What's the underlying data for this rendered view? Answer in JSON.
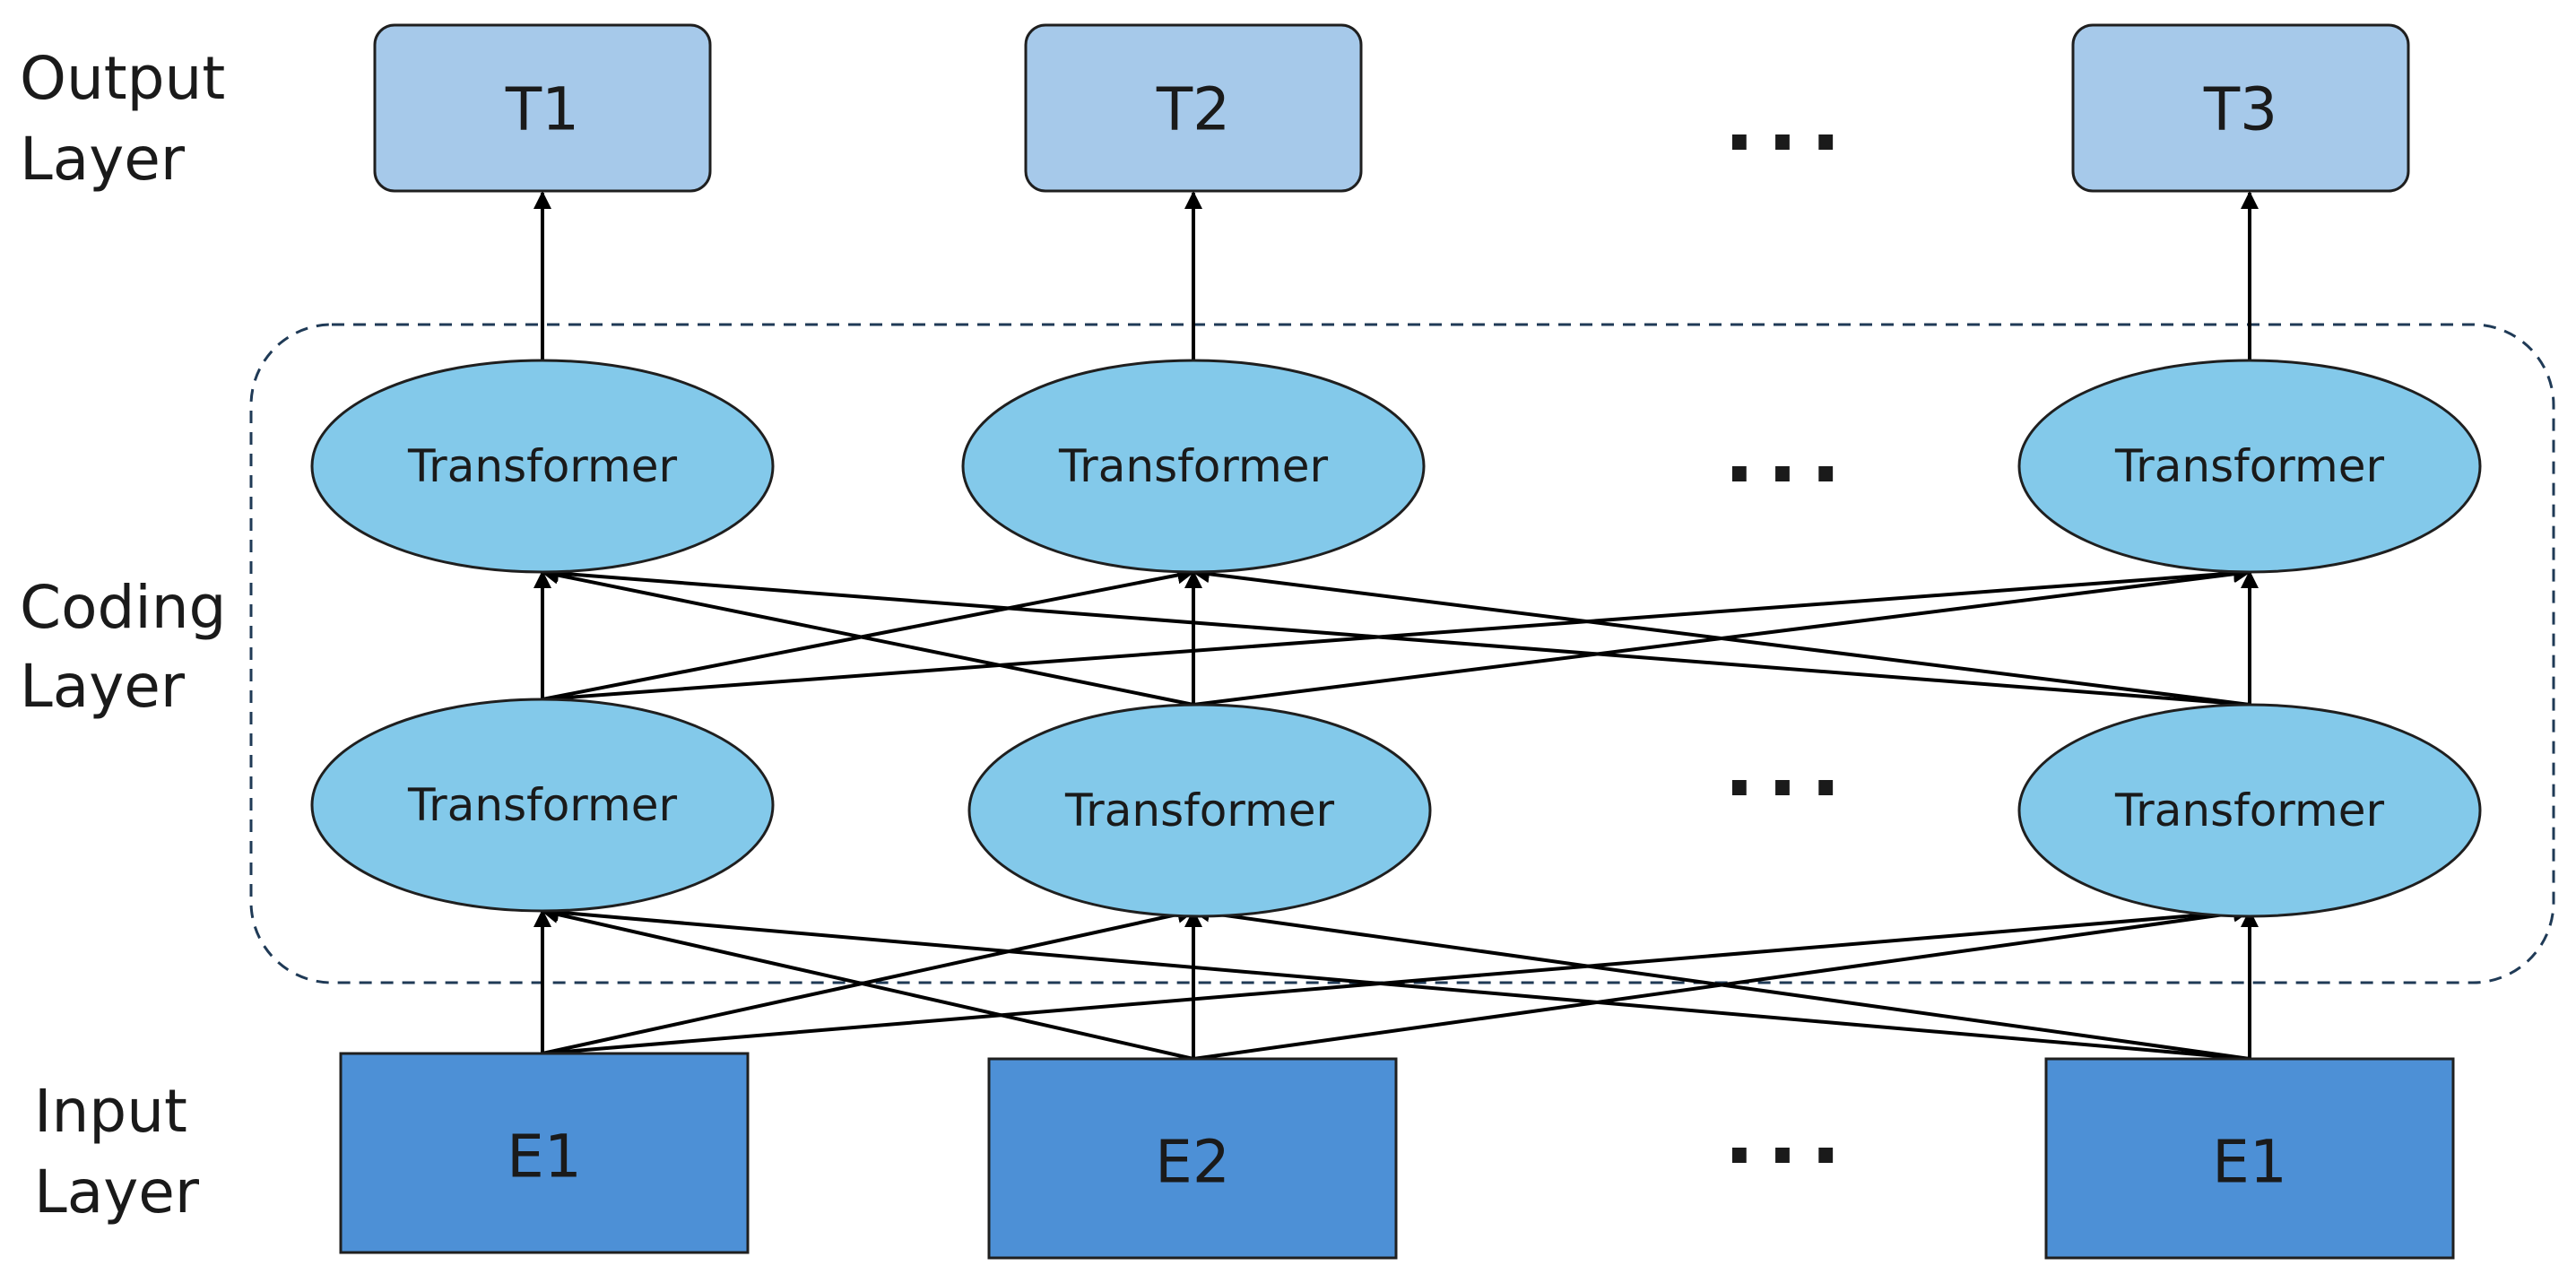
{
  "layers": {
    "output": [
      "Output",
      "Layer"
    ],
    "coding": [
      "Coding",
      "Layer"
    ],
    "input": [
      "Input",
      "Layer"
    ]
  },
  "output_nodes": [
    "T1",
    "T2",
    "T3"
  ],
  "encoder_nodes": {
    "upper": [
      "Transformer",
      "Transformer",
      "Transformer"
    ],
    "lower": [
      "Transformer",
      "Transformer",
      "Transformer"
    ]
  },
  "input_nodes": [
    "E1",
    "E2",
    "E1"
  ],
  "ellipsis": "···",
  "colors": {
    "output_fill": "#a6c9ea",
    "transformer_fill": "#83c9ea",
    "input_fill": "#4d90d6",
    "frame_stroke": "#1f3a56"
  }
}
